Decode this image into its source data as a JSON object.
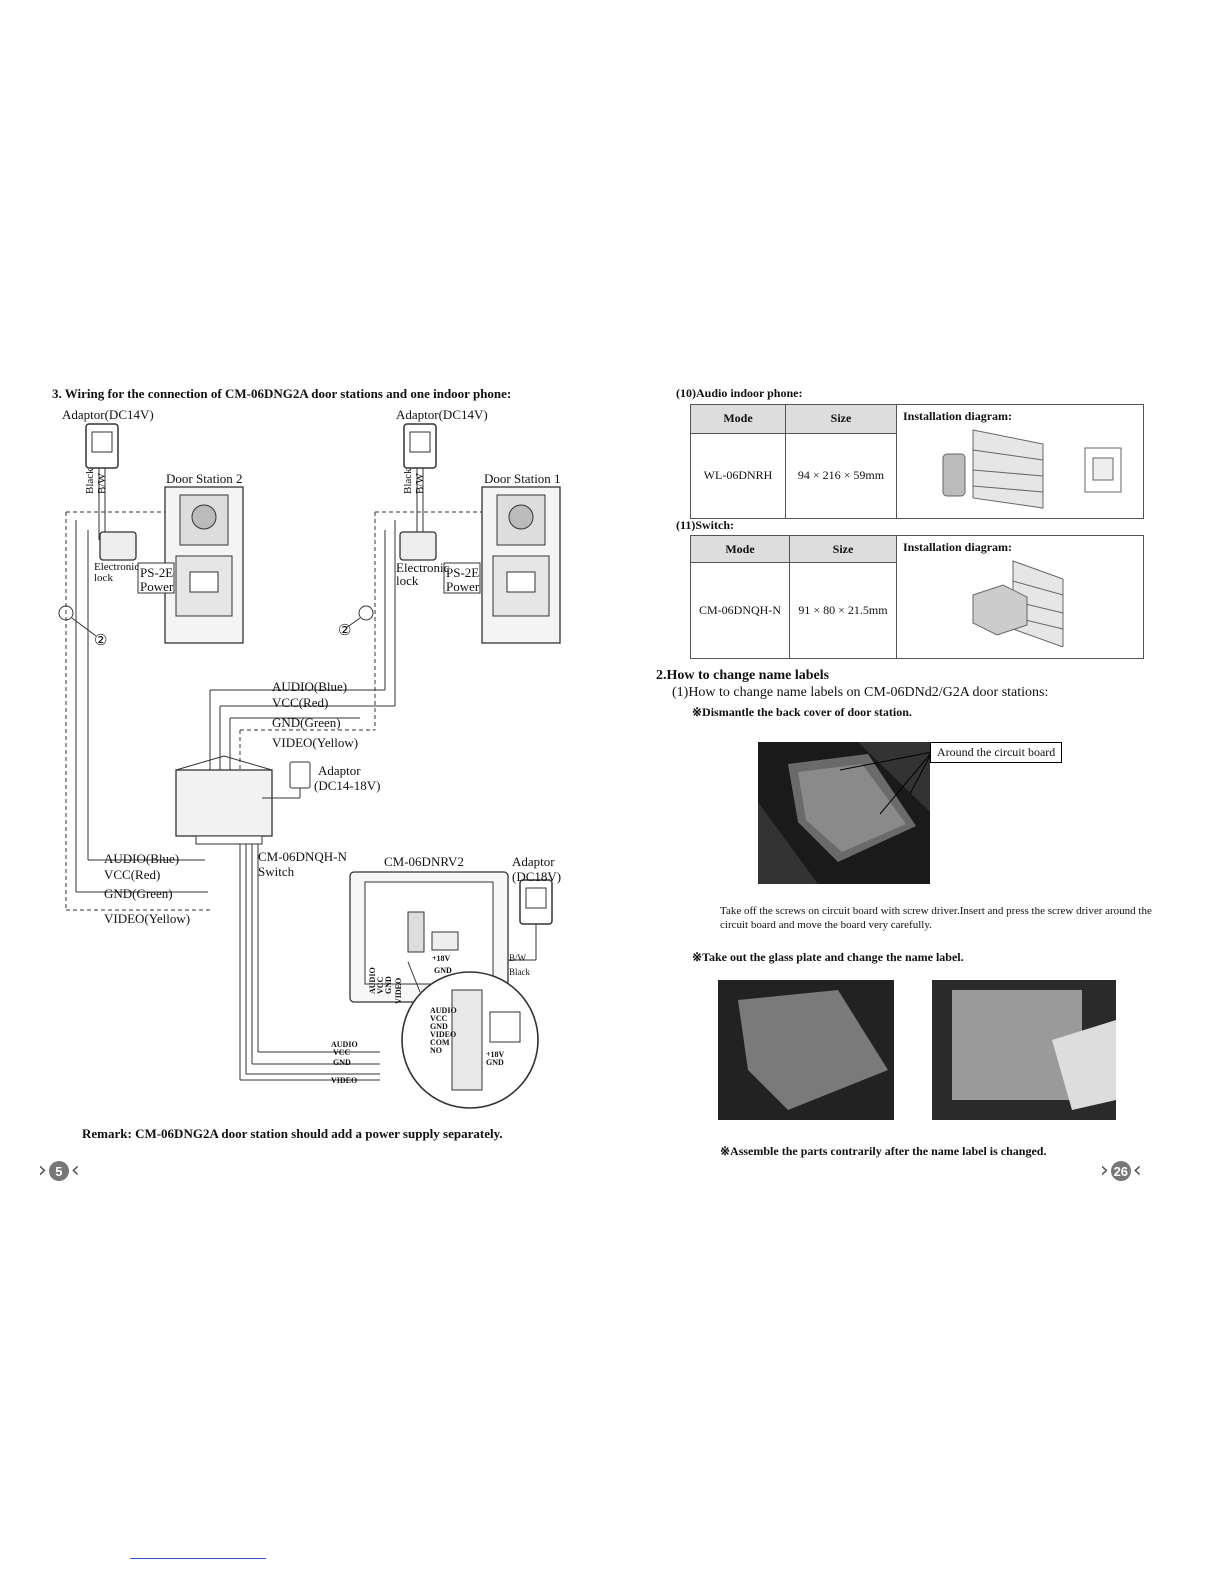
{
  "left_page": {
    "heading": "3. Wiring for the connection of CM-06DNG2A door stations and one indoor phone:",
    "adaptor_left": "Adaptor(DC14V)",
    "adaptor_right": "Adaptor(DC14V)",
    "door_station_2": "Door Station 2",
    "door_station_1": "Door Station 1",
    "wire_black": "Black",
    "wire_bw": "B/W",
    "electronic": "Electronic",
    "lock": "lock",
    "ps2e": "PS-2E",
    "power": "Power",
    "marker": "②",
    "bus_upper": [
      "AUDIO(Blue)",
      "VCC(Red)",
      "GND(Green)",
      "VIDEO(Yellow)"
    ],
    "bus_lower": [
      "AUDIO(Blue)",
      "VCC(Red)",
      "GND(Green)",
      "VIDEO(Yellow)"
    ],
    "adaptor_switch_line1": "Adaptor",
    "adaptor_switch_line2": "(DC14-18V)",
    "switch_model": "CM-06DNQH-N",
    "switch_label": "Switch",
    "monitor_model": "CM-06DNRV2",
    "adaptor_monitor_line1": "Adaptor",
    "adaptor_monitor_line2": "(DC18V)",
    "monitor_terms_right": [
      "B/W",
      "Black"
    ],
    "monitor_terms_18v": [
      "+18V",
      "GND"
    ],
    "monitor_pins": [
      "AUDIO",
      "VCC",
      "GND",
      "VIDEO"
    ],
    "bottom_terms": [
      "AUDIO",
      "VCC",
      "GND",
      "VIDEO"
    ],
    "zoom_terms": [
      "AUDIO",
      "VCC",
      "GND",
      "VIDEO",
      "COM",
      "NO"
    ],
    "zoom_power": [
      "+18V",
      "GND"
    ],
    "remark": "Remark: CM-06DNG2A door station should add a power supply separately.",
    "page_number": "5"
  },
  "right_page": {
    "section10_title": "(10)Audio indoor phone:",
    "table10": {
      "headers": [
        "Mode",
        "Size",
        "Installation diagram:"
      ],
      "row": [
        "WL-06DNRH",
        "94 × 216 × 59mm"
      ]
    },
    "section11_title": "(11)Switch:",
    "table11": {
      "headers": [
        "Mode",
        "Size",
        "Installation diagram:"
      ],
      "row": [
        "CM-06DNQH-N",
        "91 × 80 × 21.5mm"
      ]
    },
    "section2_title": "2.How to change name labels",
    "section2_sub": "(1)How to change name labels on CM-06DNd2/G2A door stations:",
    "step1": "※Dismantle the back cover of door station.",
    "callout": "Around the circuit board",
    "step1_note": "Take off the screws on circuit board with screw driver.Insert and press the screw driver around the circuit board and move the board very carefully.",
    "step2": "※Take out the glass plate and change the name label.",
    "step3": "※Assemble the parts contrarily after the name label is changed.",
    "page_number": "26"
  }
}
